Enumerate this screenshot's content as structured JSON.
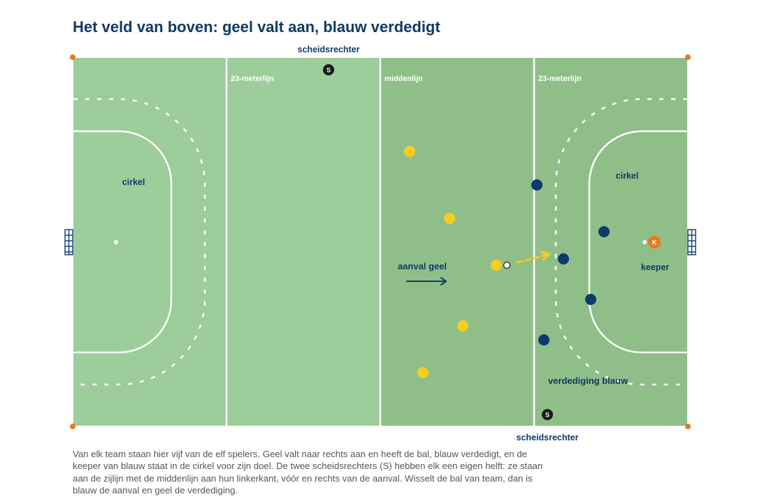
{
  "title": "Het veld van boven: geel valt aan, blauw verdedigt",
  "labels": {
    "line_23_left": "23-meterlijn",
    "midline": "middenlijn",
    "line_23_right": "23-meterlijn",
    "circle_left": "cirkel",
    "circle_right": "cirkel",
    "keeper": "keeper",
    "attack": "aanval geel",
    "defense": "verdediging blauw",
    "umpire_top": "scheidsrechter",
    "umpire_bottom": "scheidsrechter"
  },
  "markers": {
    "umpire": "S",
    "keeper": "K"
  },
  "colors": {
    "field_light": "#9ccd9b",
    "field_dark": "#8fbe89",
    "yellow_team": "#f7cd1f",
    "blue_team": "#0b3a6b",
    "keeper": "#e8791d",
    "umpire": "#1a1a1a",
    "corner_marker": "#e8791d",
    "text": "#0f3a66"
  },
  "caption": "Van elk team staan hier vijf van de elf spelers. Geel valt naar rechts aan en heeft de bal, blauw verdedigt, en de keeper van blauw staat in de cirkel voor zijn doel. De twee scheidsrechters (S) hebben elk een eigen helft: ze staan aan de zijlijn met de middenlijn aan hun linkerkant, vóór en rechts van de aanval. Wisselt de bal van team, dan is blauw de aanval en geel de verdediging."
}
